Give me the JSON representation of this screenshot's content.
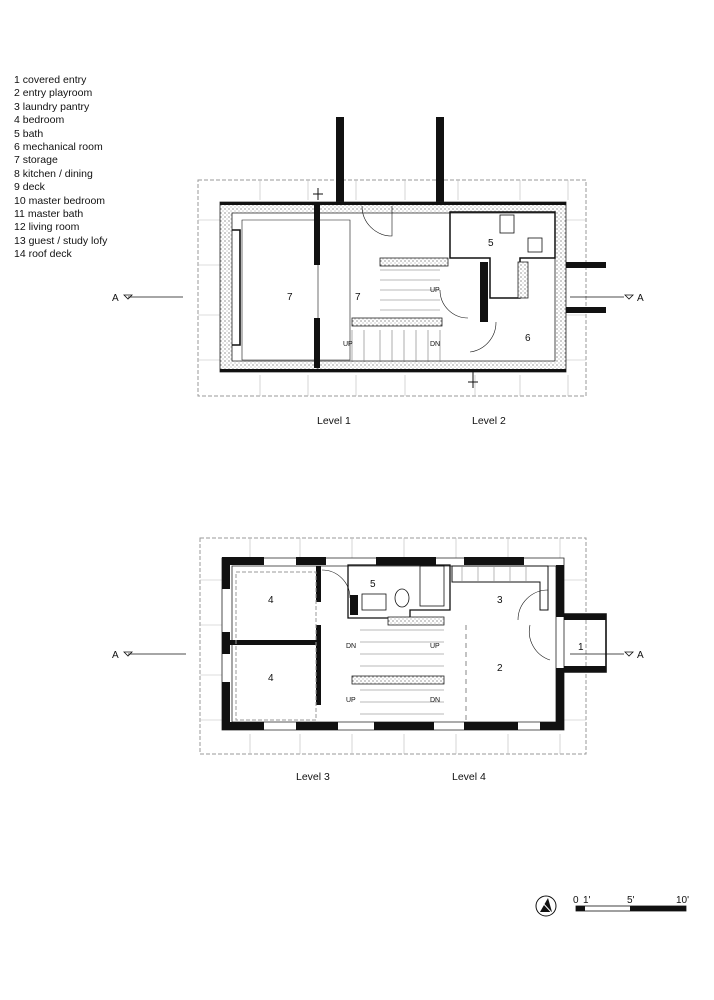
{
  "legend": [
    "1  covered entry",
    "2  entry playroom",
    "3  laundry pantry",
    "4  bedroom",
    "5  bath",
    "6  mechanical room",
    "7  storage",
    "8  kitchen / dining",
    "9  deck",
    "10 master bedroom",
    "11 master bath",
    "12 living room",
    "13 guest / study lofy",
    "14 roof deck"
  ],
  "plan_top": {
    "level_left": "Level 1",
    "level_right": "Level 2",
    "section_left": "A",
    "section_right": "A",
    "rooms": {
      "storage_a": "7",
      "storage_b": "7",
      "bath": "5",
      "mech": "6"
    },
    "stairs": {
      "up1": "UP",
      "up2": "UP",
      "dn": "DN"
    }
  },
  "plan_bottom": {
    "level_left": "Level 3",
    "level_right": "Level 4",
    "section_left": "A",
    "section_right": "A",
    "rooms": {
      "bed_a": "4",
      "bed_b": "4",
      "bath": "5",
      "laundry": "3",
      "playroom": "2",
      "entry": "1"
    },
    "stairs": {
      "dn1": "DN",
      "up1": "UP",
      "up2": "UP",
      "dn2": "DN"
    }
  },
  "scale_bar": {
    "t0": "0",
    "t1": "1'",
    "t5": "5'",
    "t10": "10'"
  },
  "north_icon": "north-arrow-icon"
}
